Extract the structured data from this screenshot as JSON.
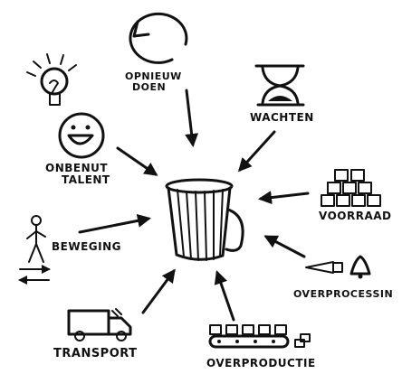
{
  "labels": {
    "opnieuw_doen_line1": "OPNIEUW",
    "opnieuw_doen_line2": "DOEN",
    "wachten": "WACHTEN",
    "onbenut_talent_line1": "ONBENUT",
    "onbenut_talent_line2": "TALENT",
    "voorraad": "VOORRAAD",
    "beweging": "BEWEGING",
    "overprocessing": "OVERPROCESSIN",
    "transport": "TRANSPORT",
    "overproductie": "OVERPRODUCTIE"
  },
  "colors": {
    "ink": "#111111",
    "background": "#ffffff"
  },
  "icons": [
    "redo-cycle-icon",
    "hourglass-icon",
    "lightbulb-icon",
    "smiley-face-icon",
    "trash-bin-icon",
    "stacked-boxes-icon",
    "stick-figure-icon",
    "bell-icon",
    "truck-icon",
    "conveyor-belt-icon"
  ]
}
